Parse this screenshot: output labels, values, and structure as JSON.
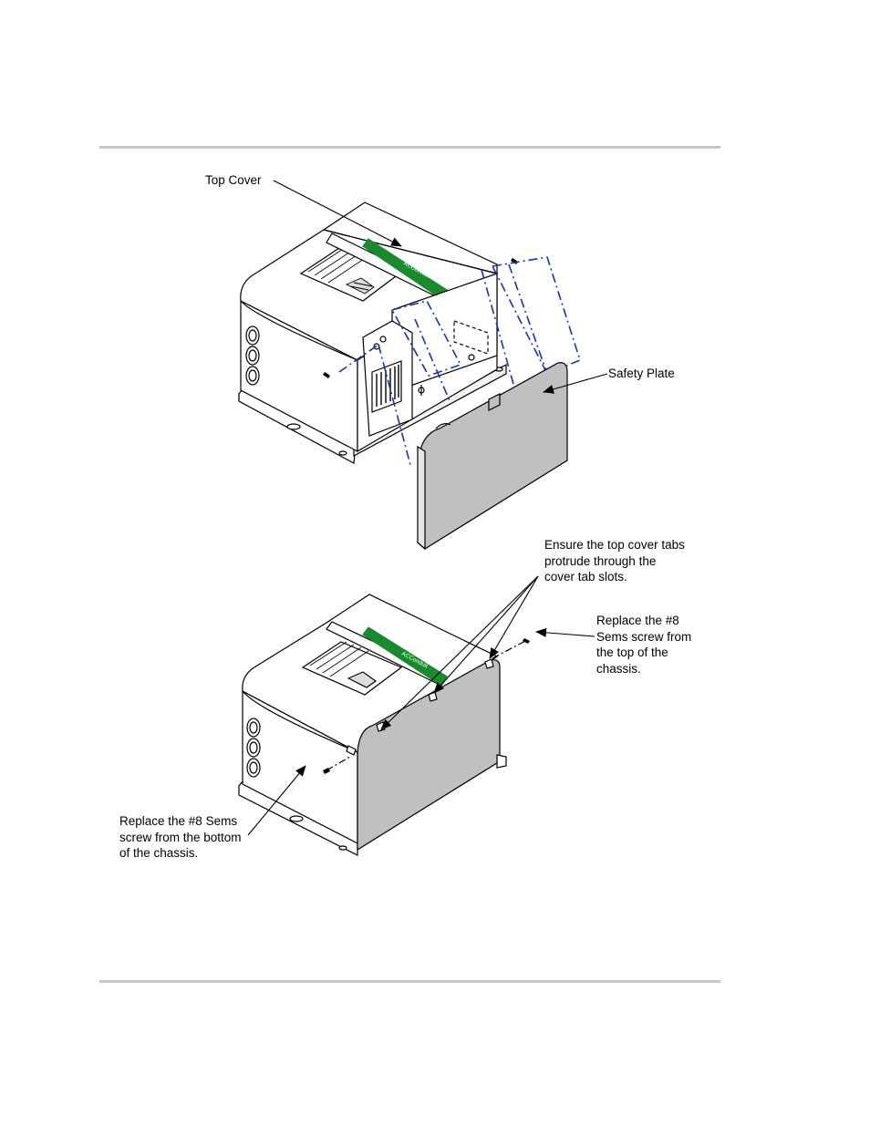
{
  "labels": {
    "top_cover": "Top Cover",
    "safety_plate": "Safety Plate",
    "tabs_note": "Ensure the top cover tabs\nprotrude through the\ncover tab slots.",
    "top_screw_note": "Replace the #8\nSems screw from\nthe top of the\nchassis.",
    "bottom_screw_note": "Replace the #8 Sems\nscrew from the bottom\nof the chassis."
  },
  "brand_text": "ACConduit",
  "colors": {
    "rule": "#c8c8c8",
    "plate": "#c0c0c0",
    "brand_strip": "#1a8a2e",
    "guide_line": "#1a2fbf"
  }
}
